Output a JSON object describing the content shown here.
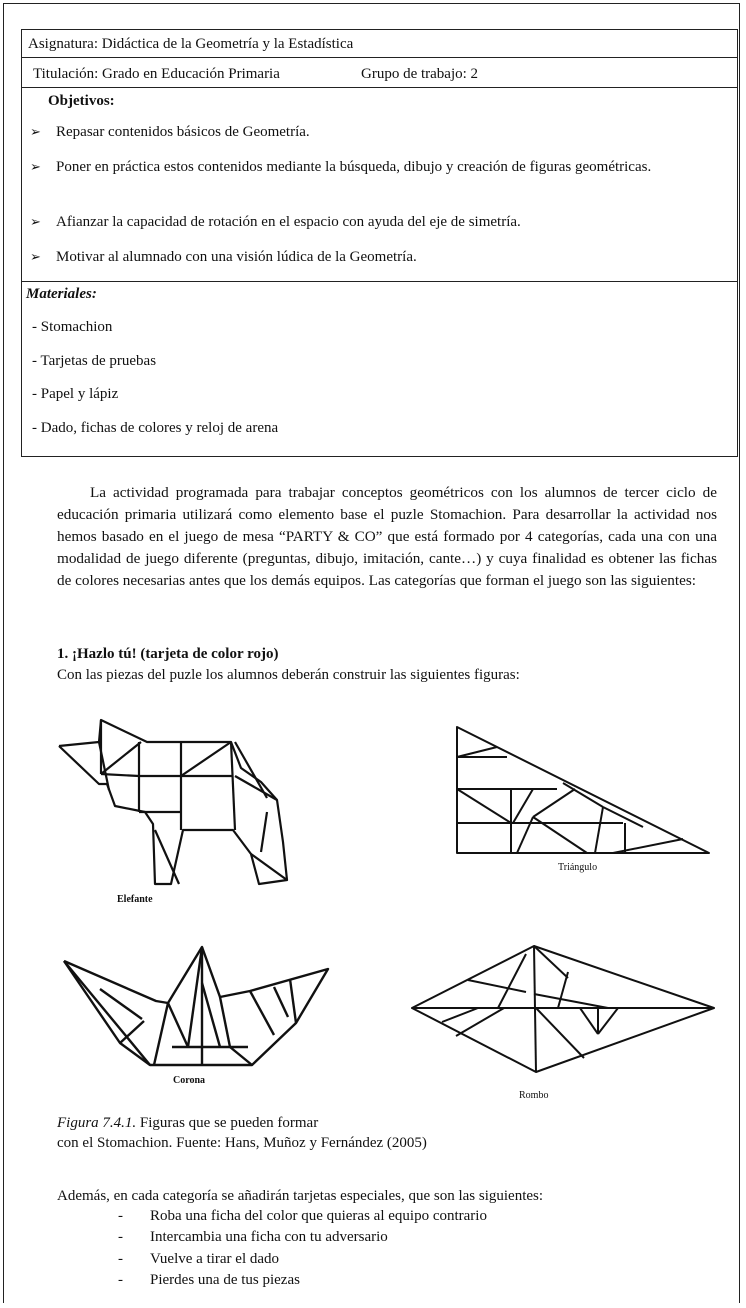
{
  "header": {
    "asignatura": "Asignatura: Didáctica de la Geometría y la Estadística",
    "titulacion": "Titulación:  Grado en Educación Primaria",
    "grupo": "Grupo de trabajo: 2"
  },
  "objetivos": {
    "title": "Objetivos:",
    "items": [
      "Repasar contenidos básicos de Geometría.",
      "Poner en práctica estos contenidos mediante la búsqueda, dibujo y creación de figuras geométricas.",
      "Afianzar la capacidad de rotación en el espacio con ayuda del eje de simetría.",
      "Motivar al alumnado con una visión lúdica de la Geometría."
    ],
    "bullet": "➢"
  },
  "materiales": {
    "title": "Materiales:",
    "items": [
      "- Stomachion",
      "- Tarjetas de pruebas",
      "- Papel y lápiz",
      "- Dado, fichas de colores y reloj de arena"
    ]
  },
  "intro": "La actividad programada para trabajar conceptos geométricos con los alumnos de tercer ciclo de educación primaria utilizará como elemento base el puzle Stomachion. Para desarrollar la actividad nos hemos basado en el juego de mesa “PARTY & CO” que está formado por 4 categorías, cada una con una modalidad de juego diferente (preguntas, dibujo, imitación, cante…) y cuya finalidad es obtener las fichas de colores necesarias antes que los demás equipos. Las categorías que forman el juego son las siguientes:",
  "section1": {
    "heading": "1.   ¡Hazlo tú! (tarjeta de color rojo)",
    "text": "Con las piezas del puzle los alumnos deberán construir las siguientes figuras:"
  },
  "figures": {
    "elefante": "Elefante",
    "triangulo": "Triángulo",
    "corona": "Corona",
    "rombo": "Rombo"
  },
  "caption": {
    "label": "Figura 7.4.1.",
    "line1": " Figuras que se pueden formar",
    "line2": "con el Stomachion. Fuente: Hans, Muñoz y Fernández (2005)"
  },
  "special": {
    "intro": "Además, en cada categoría se añadirán tarjetas especiales, que son las siguientes:",
    "items": [
      "Roba una ficha del color que quieras al equipo contrario",
      "Intercambia una ficha con tu adversario",
      "Vuelve a tirar el dado",
      "Pierdes una de tus piezas"
    ]
  }
}
